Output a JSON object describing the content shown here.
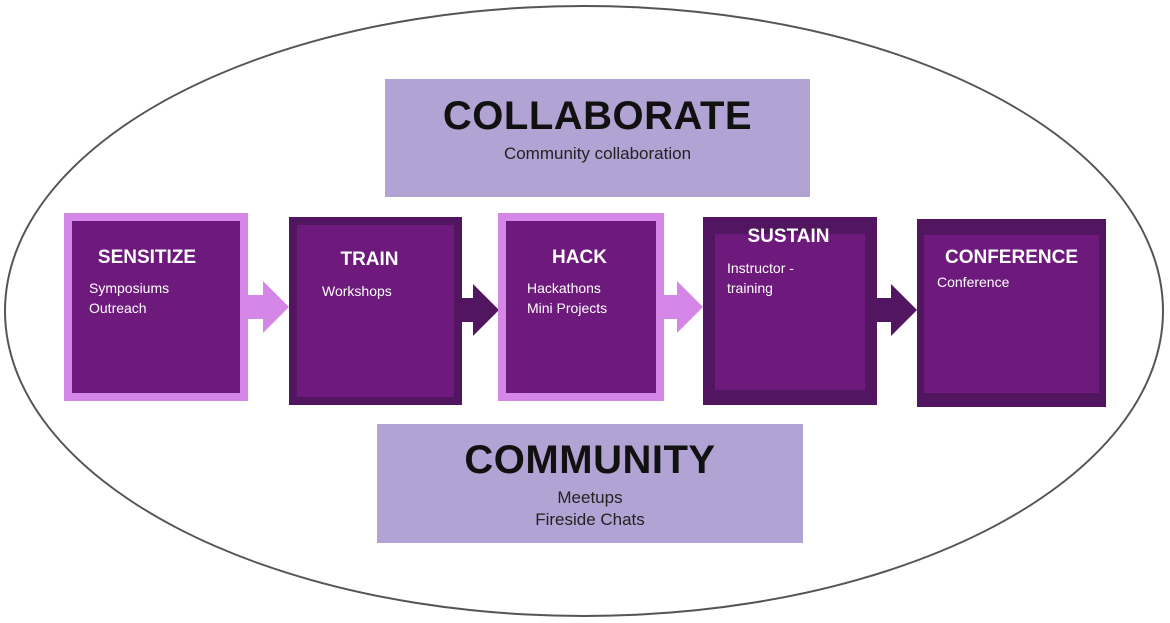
{
  "colors": {
    "ellipse_stroke": "#555555",
    "band_fill": "#b1a3d3",
    "stage_light_border": "#d487e6",
    "stage_dark_border": "#52155f",
    "stage_fill": "#6e1a7d",
    "arrow_light": "#d487e6",
    "arrow_dark": "#52155f"
  },
  "collaborate": {
    "title": "COLLABORATE",
    "subtitle": "Community collaboration"
  },
  "community": {
    "title": "COMMUNITY",
    "lines": [
      "Meetups",
      "Fireside Chats"
    ]
  },
  "stages": [
    {
      "title": "SENSITIZE",
      "lines": [
        "Symposiums",
        "Outreach"
      ]
    },
    {
      "title": "TRAIN",
      "lines": [
        "Workshops"
      ]
    },
    {
      "title": "HACK",
      "lines": [
        "Hackathons",
        "Mini Projects"
      ]
    },
    {
      "title": "SUSTAIN",
      "lines": [
        "Instructor -",
        "training"
      ]
    },
    {
      "title": "CONFERENCE",
      "lines": [
        "Conference"
      ]
    }
  ]
}
